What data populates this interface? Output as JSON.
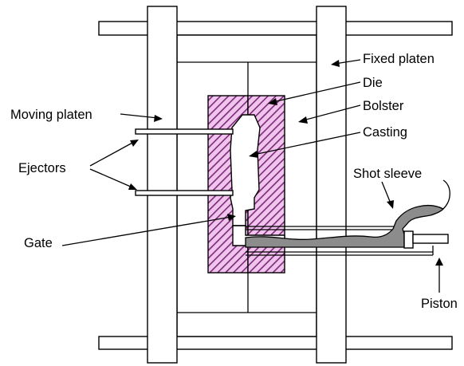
{
  "labels": {
    "fixed_platen": "Fixed platen",
    "die": "Die",
    "bolster": "Bolster",
    "casting": "Casting",
    "moving_platen": "Moving platen",
    "ejectors": "Ejectors",
    "shot_sleeve": "Shot sleeve",
    "gate": "Gate",
    "piston": "Piston"
  },
  "colors": {
    "die_hatch": "#7a2a78",
    "die_fill": "#f0c4ec",
    "metal_fill": "#8c8c8c",
    "line": "#000000"
  }
}
